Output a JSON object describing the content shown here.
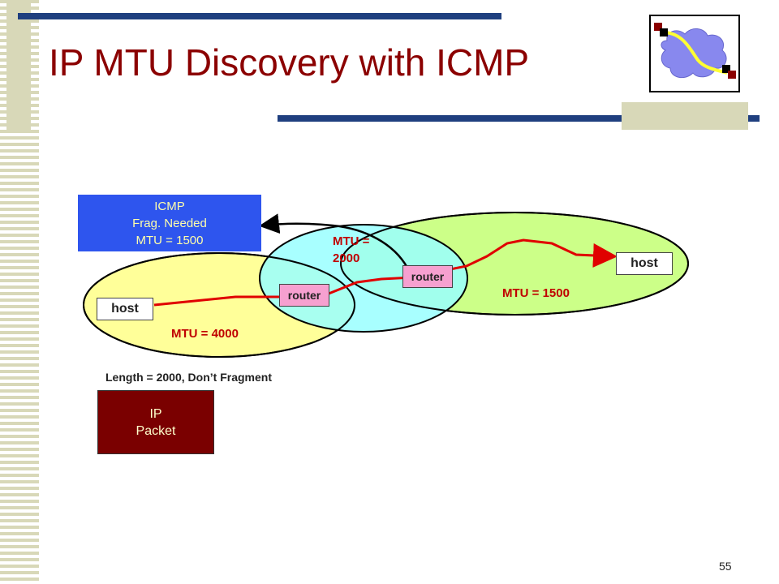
{
  "slide": {
    "title": "IP MTU Discovery with ICMP",
    "page_number": "55"
  },
  "diagram": {
    "icmp_message": [
      "ICMP",
      "Frag. Needed",
      "MTU = 1500"
    ],
    "networks": {
      "left_mtu": "MTU = 4000",
      "middle_mtu_line1": "MTU =",
      "middle_mtu_line2": "2000",
      "right_mtu": "MTU = 1500"
    },
    "nodes": {
      "left_host": "host",
      "router_1": "router",
      "router_2": "router",
      "right_host": "host"
    },
    "packet_caption": "Length = 2000, Don’t Fragment",
    "packet_label": [
      "IP",
      "Packet"
    ]
  },
  "colors": {
    "title": "#8b0000",
    "accent_bar": "#1f3f7f",
    "network_left": "#ffff99",
    "network_middle": "#99ffff",
    "network_right": "#ccff88",
    "path": "#e00000",
    "icmp_box": "#2e55ee",
    "ip_packet": "#7a0000",
    "router": "#f6a0d0"
  }
}
